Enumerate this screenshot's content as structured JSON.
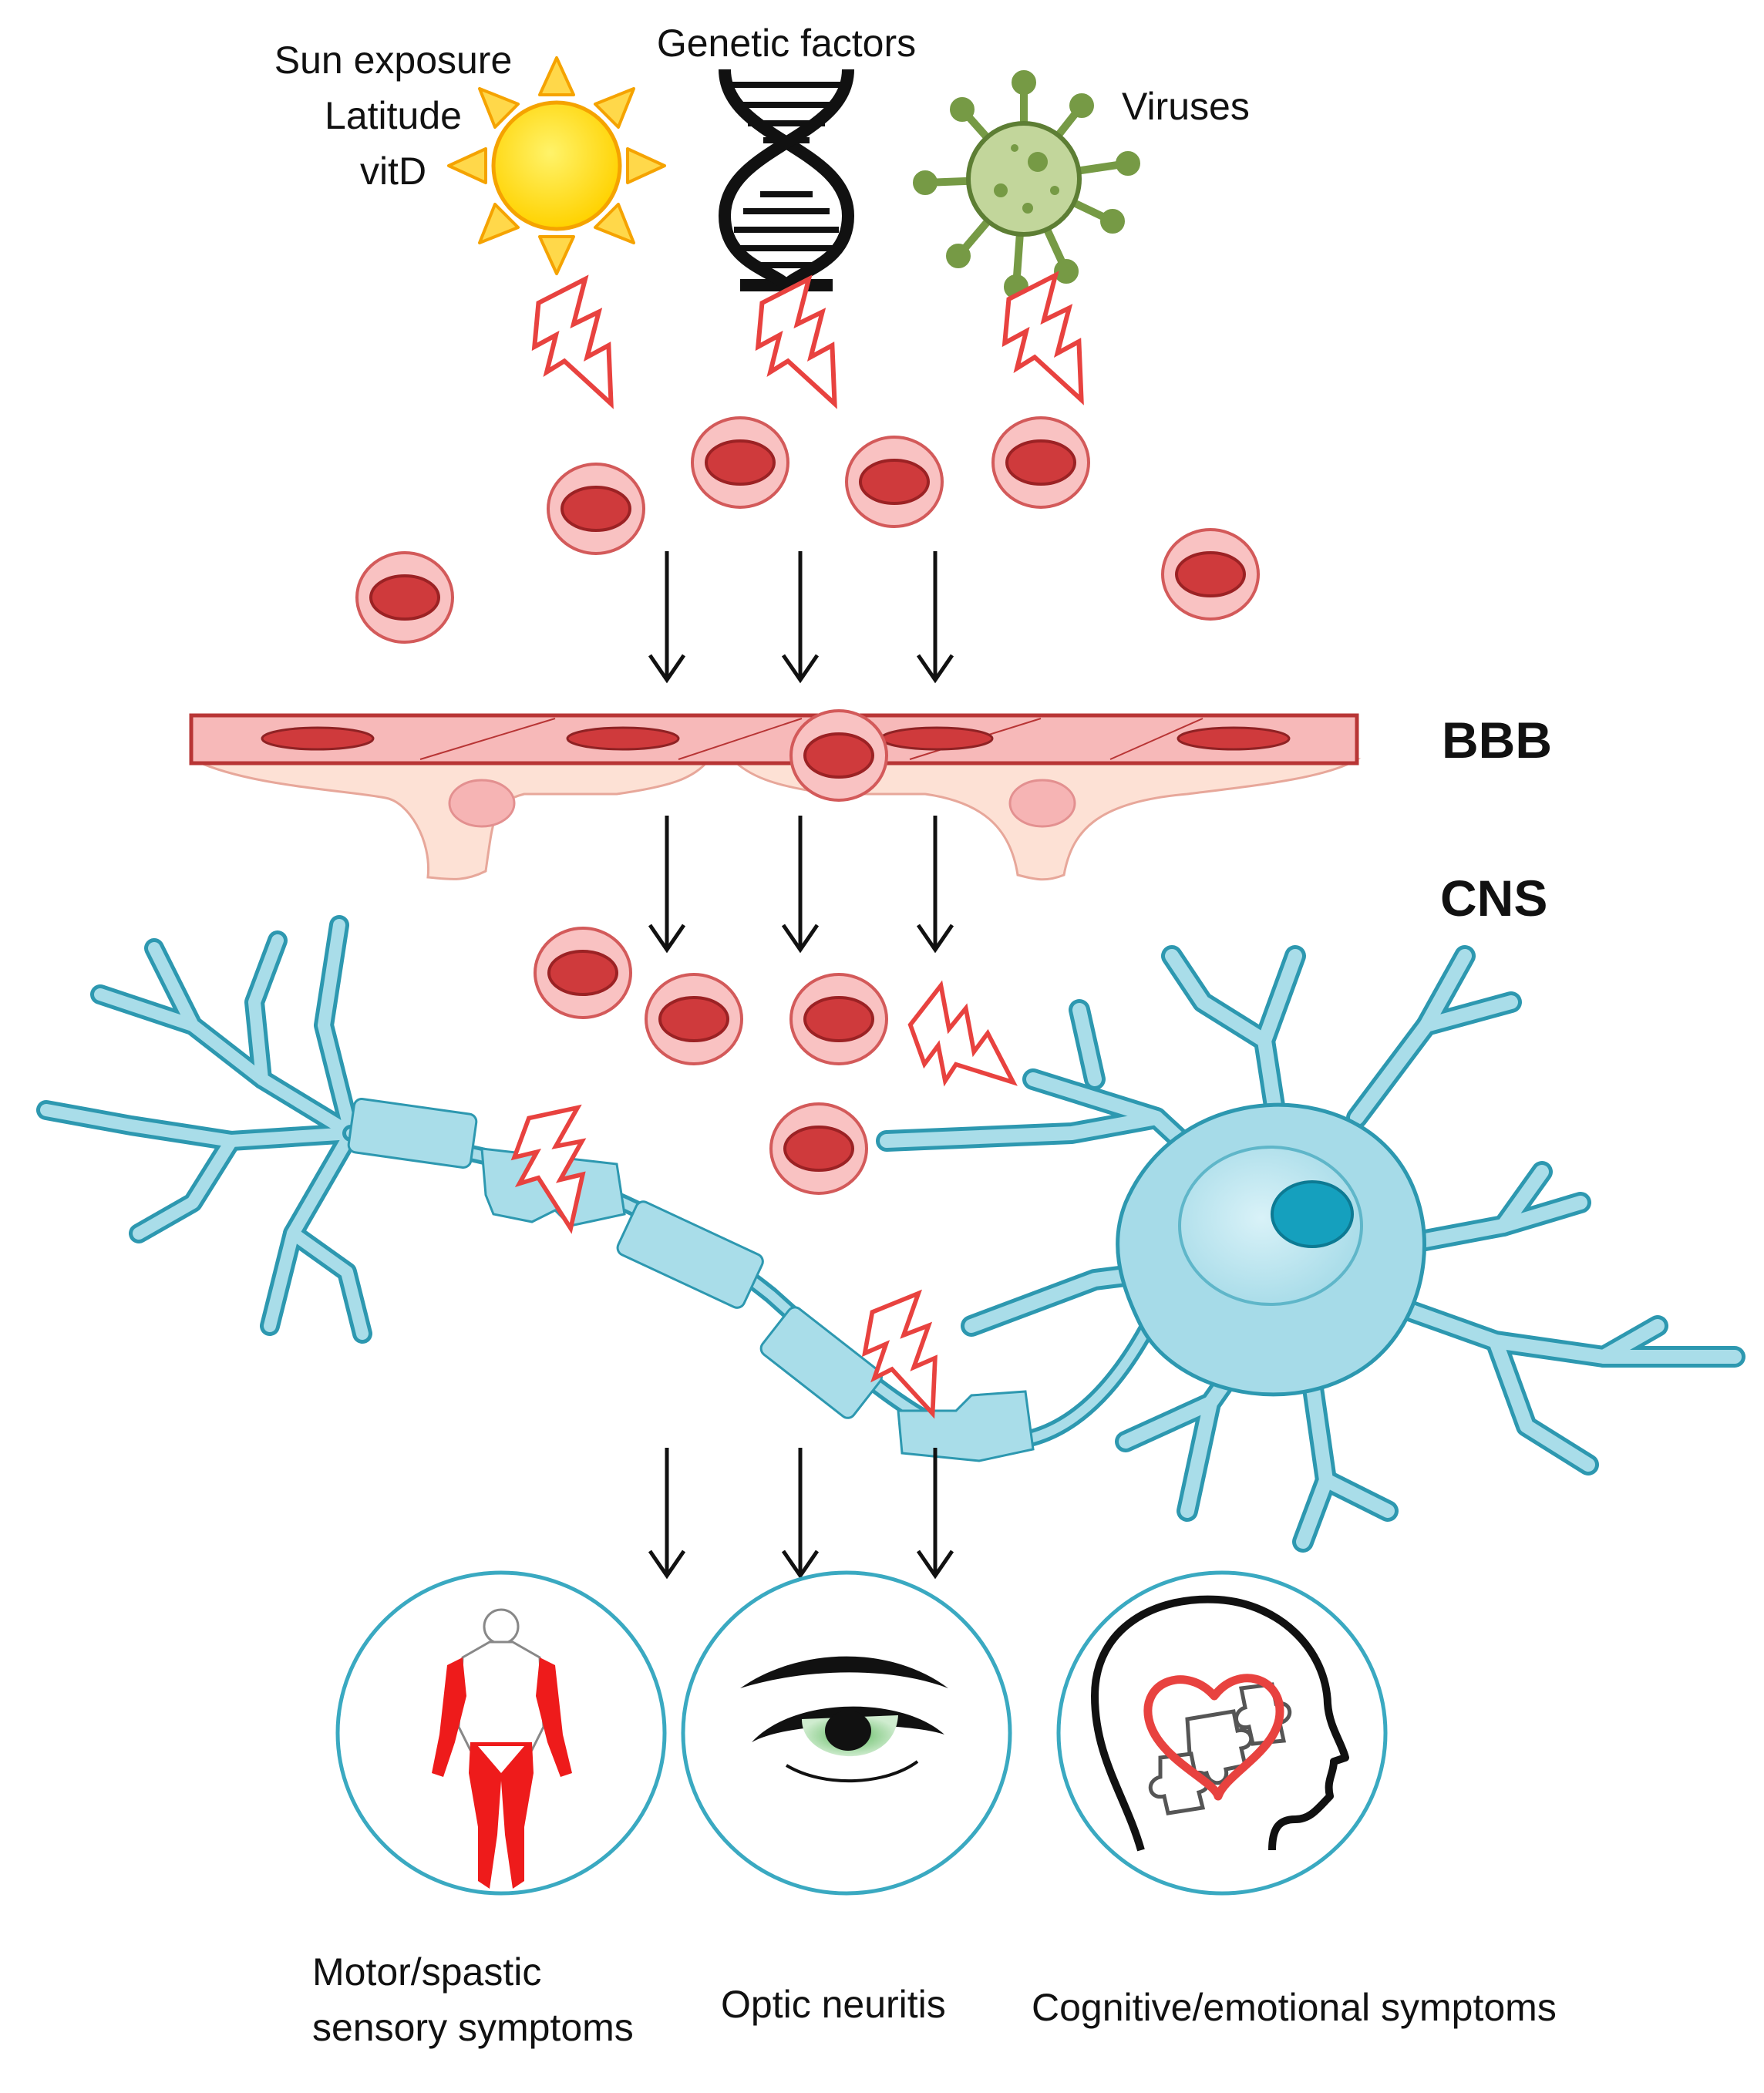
{
  "factors": {
    "sun": {
      "lines": [
        "Sun exposure",
        "Latitude",
        "vitD"
      ],
      "icon": "sun-icon",
      "color": "#ffd200"
    },
    "genetic": {
      "label": "Genetic factors",
      "icon": "dna-icon"
    },
    "viruses": {
      "label": "Viruses",
      "icon": "virus-icon",
      "color": "#769a45"
    }
  },
  "barrier": {
    "label": "BBB"
  },
  "cns": {
    "label": "CNS"
  },
  "symptoms": {
    "motor": {
      "lines": [
        "Motor/spastic",
        "sensory symptoms"
      ],
      "icon": "body-icon"
    },
    "optic": {
      "label": "Optic neuritis",
      "icon": "eye-icon"
    },
    "cognitive": {
      "label": "Cognitive/emotional symptoms",
      "icon": "head-heart-icon"
    }
  },
  "colors": {
    "cell_outer": "#f7b9b9",
    "cell_inner": "#cf3a3c",
    "lightning": "#e8423f",
    "neuron": "#a9dde9",
    "neuron_stroke": "#2d98b0",
    "nucleus": "#15a0be",
    "symptom_circle": "#3aa9c1",
    "body_red": "#ee1b1b"
  }
}
